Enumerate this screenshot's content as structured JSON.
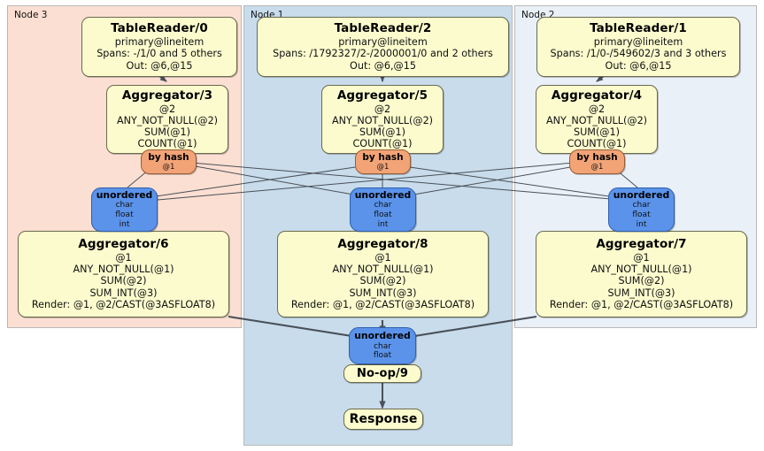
{
  "diagram": {
    "type": "distributed-query-plan",
    "colors": {
      "node3_panel": "#fbdfd2",
      "node1_panel": "#c8dceb",
      "node2_panel": "#e9f0f8",
      "processor_fill": "#fbfbce",
      "router_fill": "#f2a477",
      "sync_fill": "#5b93ea",
      "edge": "#4a5058"
    },
    "clusters": [
      {
        "id": "node3",
        "label": "Node 3"
      },
      {
        "id": "node1",
        "label": "Node 1"
      },
      {
        "id": "node2",
        "label": "Node 2"
      }
    ],
    "nodes": {
      "tablereader0": {
        "title": "TableReader/0",
        "lines": [
          "primary@lineitem",
          "Spans: -/1/0 and 5 others",
          "Out: @6,@15"
        ]
      },
      "tablereader2": {
        "title": "TableReader/2",
        "lines": [
          "primary@lineitem",
          "Spans: /1792327/2-/2000001/0 and 2 others",
          "Out: @6,@15"
        ]
      },
      "tablereader1": {
        "title": "TableReader/1",
        "lines": [
          "primary@lineitem",
          "Spans: /1/0-/549602/3 and 3 others",
          "Out: @6,@15"
        ]
      },
      "aggregator3": {
        "title": "Aggregator/3",
        "lines": [
          "@2",
          "ANY_NOT_NULL(@2)",
          "SUM(@1)",
          "COUNT(@1)"
        ]
      },
      "aggregator5": {
        "title": "Aggregator/5",
        "lines": [
          "@2",
          "ANY_NOT_NULL(@2)",
          "SUM(@1)",
          "COUNT(@1)"
        ]
      },
      "aggregator4": {
        "title": "Aggregator/4",
        "lines": [
          "@2",
          "ANY_NOT_NULL(@2)",
          "SUM(@1)",
          "COUNT(@1)"
        ]
      },
      "byhash_left": {
        "title": "by hash",
        "lines": [
          "@1"
        ]
      },
      "byhash_center": {
        "title": "by hash",
        "lines": [
          "@1"
        ]
      },
      "byhash_right": {
        "title": "by hash",
        "lines": [
          "@1"
        ]
      },
      "unordered_left": {
        "title": "unordered",
        "lines": [
          "char",
          "float",
          "int"
        ]
      },
      "unordered_center": {
        "title": "unordered",
        "lines": [
          "char",
          "float",
          "int"
        ]
      },
      "unordered_right": {
        "title": "unordered",
        "lines": [
          "char",
          "float",
          "int"
        ]
      },
      "aggregator6": {
        "title": "Aggregator/6",
        "lines": [
          "@1",
          "ANY_NOT_NULL(@1)",
          "SUM(@2)",
          "SUM_INT(@3)",
          "Render: @1, @2/CAST(@3ASFLOAT8)"
        ]
      },
      "aggregator8": {
        "title": "Aggregator/8",
        "lines": [
          "@1",
          "ANY_NOT_NULL(@1)",
          "SUM(@2)",
          "SUM_INT(@3)",
          "Render: @1, @2/CAST(@3ASFLOAT8)"
        ]
      },
      "aggregator7": {
        "title": "Aggregator/7",
        "lines": [
          "@1",
          "ANY_NOT_NULL(@1)",
          "SUM(@2)",
          "SUM_INT(@3)",
          "Render: @1, @2/CAST(@3ASFLOAT8)"
        ]
      },
      "unordered_final": {
        "title": "unordered",
        "lines": [
          "char",
          "float"
        ]
      },
      "noop9": {
        "title": "No-op/9",
        "lines": []
      },
      "response": {
        "title": "Response",
        "lines": []
      }
    }
  }
}
